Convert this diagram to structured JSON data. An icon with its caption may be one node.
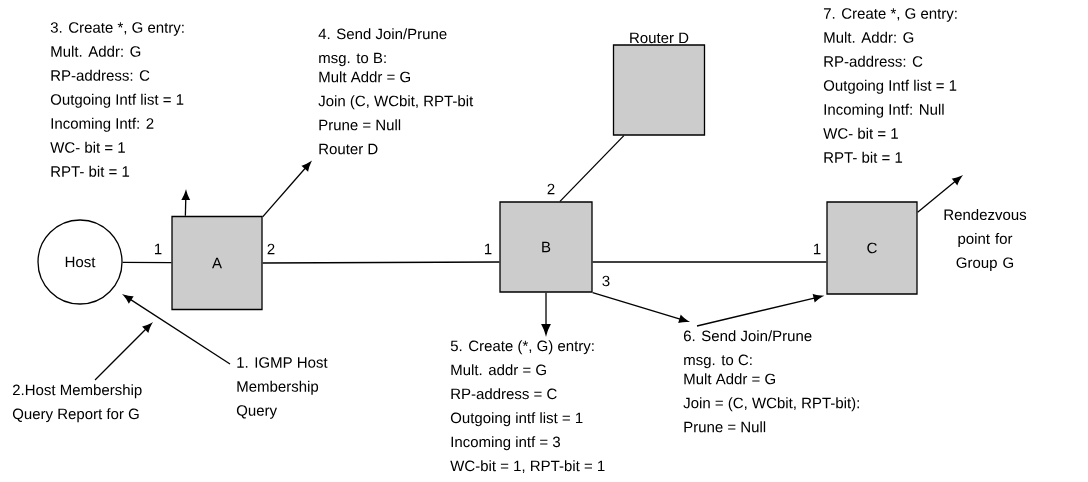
{
  "diagram": {
    "nodes": [
      {
        "text": [
          "Host"
        ]
      },
      {
        "text": [
          "A"
        ]
      },
      {
        "text": [
          "B"
        ]
      },
      {
        "text": [
          "Router D"
        ]
      },
      {
        "text": [
          "C"
        ],
        "beside": [
          "Rendezvous point for Group G"
        ]
      },
      {
        "text": [
          "3. Create *, G entry:",
          "Mult. Addr: G",
          "RP-address: C",
          "Outgoing Intf list = 1",
          "Incoming Intf: 2",
          "WC- bit = 1",
          "RPT- bit = 1"
        ]
      },
      {
        "text": [
          "4. Send Join/Prune msg. to B:",
          "Mult Addr = G",
          "Join (C, WCbit, RPT-bit",
          "Prune = Null",
          "Router D"
        ]
      },
      {
        "text": [
          "5.  Create (*, G) entry:",
          "Mult. addr = G",
          "RP-address = C",
          "Outgoing intf list = 1",
          "Incoming intf = 3",
          "WC-bit = 1, RPT-bit = 1"
        ]
      },
      {
        "text": [
          "6. Send Join/Prune msg. to C:",
          "Mult Addr = G",
          "Join = (C, WCbit, RPT-bit):",
          "Prune = Null"
        ]
      },
      {
        "text": [
          "7. Create *, G entry:",
          "Mult. Addr: G",
          "RP-address: C",
          "Outgoing Intf list = 1",
          "Incoming Intf: Null",
          "WC- bit = 1",
          "RPT- bit = 1"
        ]
      },
      {
        "text": [
          "1. IGMP Host Membership Query"
        ]
      },
      {
        "text": [
          "2.Host Membership Query Report for G"
        ]
      }
    ],
    "edges": [
      {
        "from": 0,
        "to": 1,
        "arrow": "none"
      },
      {
        "from": 1,
        "to": 2,
        "arrow": "none"
      },
      {
        "from": 2,
        "to": 4,
        "arrow": "none"
      },
      {
        "from": 2,
        "to": 3,
        "arrow": "none"
      },
      {
        "from": 1,
        "to": 5,
        "arrow": "to"
      },
      {
        "from": 1,
        "to": 6,
        "arrow": "to"
      },
      {
        "from": 2,
        "to": 7,
        "arrow": "to"
      },
      {
        "from": 2,
        "to": 8,
        "arrow": "to"
      },
      {
        "from": 8,
        "to": 4,
        "arrow": "to"
      },
      {
        "from": 4,
        "to": 9,
        "arrow": "to"
      },
      {
        "from": 10,
        "to": 0,
        "arrow": "to"
      },
      {
        "from": 11,
        "to": null,
        "arrow": "to"
      }
    ],
    "labels": [
      "1",
      "2",
      "1",
      "2",
      "3",
      "1"
    ]
  }
}
